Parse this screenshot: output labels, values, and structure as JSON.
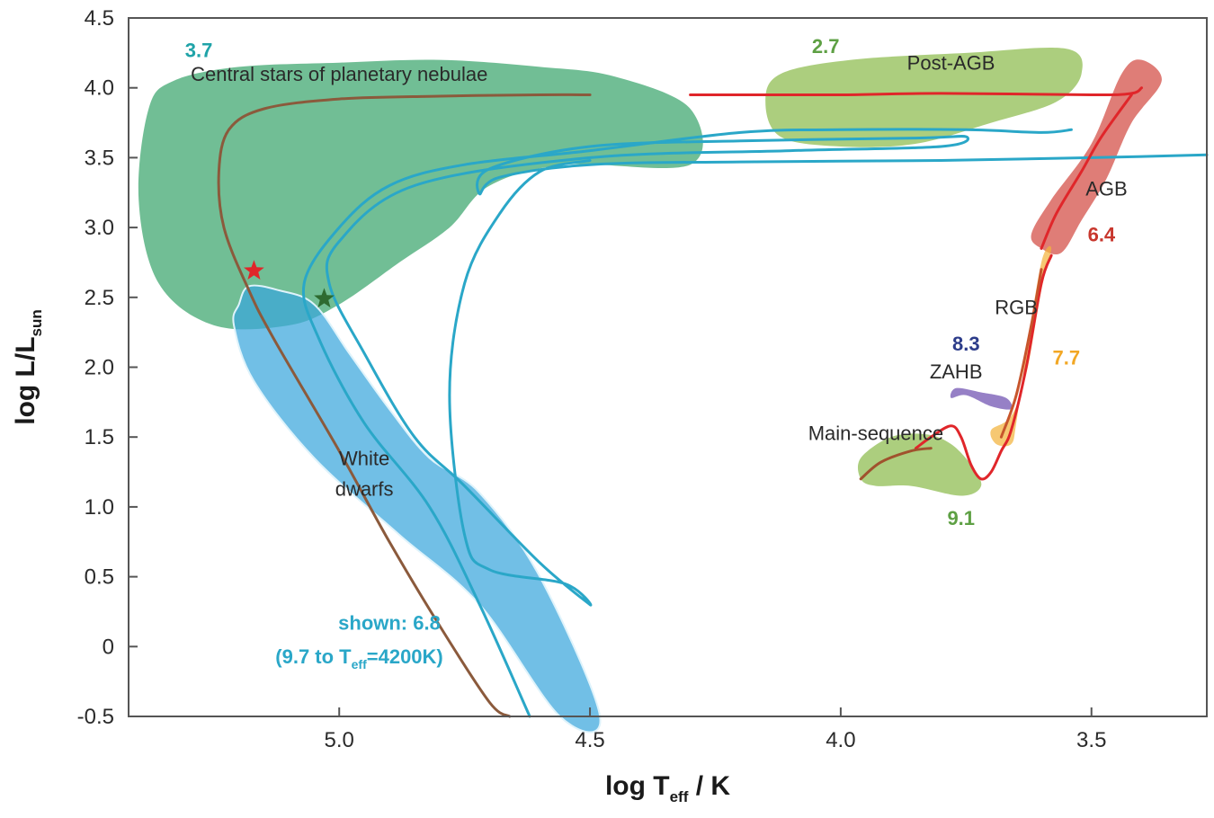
{
  "chart_data": {
    "type": "line",
    "xlabel": "log T",
    "xlabel_sub": "eff",
    "xlabel_suffix": " / K",
    "ylabel": "log L/L",
    "ylabel_sub": "sun",
    "xlim": [
      5.42,
      3.27
    ],
    "ylim": [
      -0.5,
      4.5
    ],
    "x_reversed": true,
    "grid": false,
    "xticks": [
      {
        "value": 5.0,
        "label": "5.0"
      },
      {
        "value": 4.5,
        "label": "4.5"
      },
      {
        "value": 4.0,
        "label": "4.0"
      },
      {
        "value": 3.5,
        "label": "3.5"
      }
    ],
    "yticks": [
      {
        "value": 4.5,
        "label": "4.5"
      },
      {
        "value": 4.0,
        "label": "4.0"
      },
      {
        "value": 3.5,
        "label": "3.5"
      },
      {
        "value": 3.0,
        "label": "3.0"
      },
      {
        "value": 2.5,
        "label": "2.5"
      },
      {
        "value": 2.0,
        "label": "2.0"
      },
      {
        "value": 1.5,
        "label": "1.5"
      },
      {
        "value": 1.0,
        "label": "1.0"
      },
      {
        "value": 0.5,
        "label": "0.5"
      },
      {
        "value": 0,
        "label": "0"
      },
      {
        "value": -0.5,
        "label": "-0.5"
      }
    ],
    "regions": [
      {
        "name": "Central stars of planetary nebulae",
        "color": "#3aa56c",
        "points": [
          [
            5.38,
            3.85
          ],
          [
            5.33,
            4.05
          ],
          [
            5.2,
            4.15
          ],
          [
            5.0,
            4.18
          ],
          [
            4.8,
            4.2
          ],
          [
            4.6,
            4.15
          ],
          [
            4.45,
            4.08
          ],
          [
            4.3,
            3.85
          ],
          [
            4.3,
            3.45
          ],
          [
            4.55,
            3.45
          ],
          [
            4.7,
            3.3
          ],
          [
            4.78,
            3.0
          ],
          [
            4.88,
            2.75
          ],
          [
            5.0,
            2.45
          ],
          [
            5.1,
            2.3
          ],
          [
            5.25,
            2.3
          ],
          [
            5.36,
            2.6
          ],
          [
            5.4,
            3.2
          ]
        ]
      },
      {
        "name": "White dwarfs",
        "color": "#3aa6dc",
        "points": [
          [
            5.2,
            2.45
          ],
          [
            5.18,
            2.58
          ],
          [
            5.12,
            2.55
          ],
          [
            5.05,
            2.45
          ],
          [
            4.98,
            2.1
          ],
          [
            4.9,
            1.7
          ],
          [
            4.82,
            1.35
          ],
          [
            4.72,
            1.1
          ],
          [
            4.6,
            0.5
          ],
          [
            4.48,
            -0.5
          ],
          [
            4.56,
            -0.5
          ],
          [
            4.72,
            0.3
          ],
          [
            4.88,
            0.8
          ],
          [
            5.05,
            1.35
          ],
          [
            5.17,
            1.9
          ],
          [
            5.21,
            2.3
          ]
        ]
      },
      {
        "name": "Post-AGB",
        "color": "#8cbb4c",
        "points": [
          [
            4.15,
            3.9
          ],
          [
            4.12,
            4.1
          ],
          [
            3.98,
            4.2
          ],
          [
            3.75,
            4.25
          ],
          [
            3.55,
            4.28
          ],
          [
            3.52,
            4.1
          ],
          [
            3.57,
            3.9
          ],
          [
            3.7,
            3.75
          ],
          [
            3.85,
            3.6
          ],
          [
            4.0,
            3.58
          ],
          [
            4.12,
            3.65
          ]
        ]
      },
      {
        "name": "AGB",
        "color": "#d24b42",
        "points": [
          [
            3.6,
            2.85
          ],
          [
            3.56,
            2.82
          ],
          [
            3.52,
            3.05
          ],
          [
            3.47,
            3.35
          ],
          [
            3.42,
            3.75
          ],
          [
            3.36,
            4.05
          ],
          [
            3.4,
            4.2
          ],
          [
            3.44,
            4.1
          ],
          [
            3.5,
            3.6
          ],
          [
            3.58,
            3.2
          ],
          [
            3.62,
            2.95
          ]
        ]
      },
      {
        "name": "RGB",
        "color": "#f2b33c",
        "points": [
          [
            3.69,
            1.45
          ],
          [
            3.66,
            1.45
          ],
          [
            3.65,
            1.6
          ],
          [
            3.63,
            2.1
          ],
          [
            3.6,
            2.75
          ],
          [
            3.58,
            2.85
          ],
          [
            3.6,
            2.55
          ],
          [
            3.63,
            1.95
          ],
          [
            3.66,
            1.65
          ],
          [
            3.7,
            1.55
          ]
        ]
      },
      {
        "name": "ZAHB",
        "color": "#6e4fb0",
        "points": [
          [
            3.78,
            1.78
          ],
          [
            3.75,
            1.8
          ],
          [
            3.7,
            1.72
          ],
          [
            3.66,
            1.7
          ],
          [
            3.67,
            1.78
          ],
          [
            3.72,
            1.82
          ],
          [
            3.77,
            1.85
          ]
        ]
      },
      {
        "name": "Main-sequence",
        "color": "#8cbb4c",
        "points": [
          [
            3.96,
            1.2
          ],
          [
            3.96,
            1.35
          ],
          [
            3.9,
            1.5
          ],
          [
            3.83,
            1.52
          ],
          [
            3.78,
            1.45
          ],
          [
            3.74,
            1.3
          ],
          [
            3.72,
            1.15
          ],
          [
            3.76,
            1.08
          ],
          [
            3.86,
            1.15
          ],
          [
            3.93,
            1.15
          ]
        ]
      }
    ],
    "series": [
      {
        "color": "#8b5a3c",
        "points": [
          [
            4.5,
            3.95
          ],
          [
            4.6,
            3.95
          ],
          [
            4.8,
            3.94
          ],
          [
            5.0,
            3.92
          ],
          [
            5.15,
            3.85
          ],
          [
            5.22,
            3.7
          ],
          [
            5.24,
            3.4
          ],
          [
            5.23,
            3.0
          ],
          [
            5.18,
            2.55
          ],
          [
            5.13,
            2.2
          ],
          [
            5.0,
            1.4
          ],
          [
            4.9,
            0.75
          ],
          [
            4.8,
            0.15
          ],
          [
            4.7,
            -0.4
          ],
          [
            4.66,
            -0.5
          ]
        ]
      },
      {
        "color": "#2aa7c8",
        "points": [
          [
            3.54,
            3.7
          ],
          [
            3.6,
            3.68
          ],
          [
            3.75,
            3.7
          ],
          [
            4.0,
            3.7
          ],
          [
            4.2,
            3.68
          ],
          [
            4.5,
            3.55
          ],
          [
            4.75,
            3.45
          ],
          [
            4.9,
            3.3
          ],
          [
            5.0,
            3.0
          ],
          [
            5.07,
            2.6
          ],
          [
            5.04,
            2.2
          ],
          [
            4.95,
            1.6
          ],
          [
            4.82,
            1.0
          ],
          [
            4.72,
            0.3
          ],
          [
            4.62,
            -0.5
          ]
        ]
      },
      {
        "color": "#2aa7c8",
        "points": [
          [
            3.27,
            3.52
          ],
          [
            3.5,
            3.5
          ],
          [
            3.8,
            3.48
          ],
          [
            4.2,
            3.47
          ],
          [
            4.5,
            3.45
          ],
          [
            4.68,
            3.36
          ],
          [
            4.72,
            3.24
          ],
          [
            4.7,
            3.42
          ],
          [
            4.5,
            3.58
          ],
          [
            4.2,
            3.62
          ],
          [
            3.85,
            3.64
          ],
          [
            3.75,
            3.65
          ],
          [
            3.8,
            3.58
          ],
          [
            4.1,
            3.55
          ],
          [
            4.5,
            3.5
          ],
          [
            4.85,
            3.3
          ],
          [
            5.0,
            2.9
          ],
          [
            5.02,
            2.6
          ],
          [
            4.95,
            2.1
          ],
          [
            4.85,
            1.5
          ],
          [
            4.75,
            1.15
          ],
          [
            4.6,
            0.6
          ],
          [
            4.5,
            0.3
          ],
          [
            4.55,
            0.45
          ],
          [
            4.7,
            0.55
          ],
          [
            4.75,
            0.8
          ],
          [
            4.78,
            1.8
          ],
          [
            4.75,
            2.6
          ],
          [
            4.68,
            3.1
          ],
          [
            4.6,
            3.4
          ],
          [
            4.5,
            3.48
          ]
        ]
      },
      {
        "color": "#e0262a",
        "points": [
          [
            4.3,
            3.95
          ],
          [
            4.16,
            3.95
          ],
          [
            4.0,
            3.95
          ],
          [
            3.8,
            3.96
          ],
          [
            3.5,
            3.95
          ],
          [
            3.42,
            3.96
          ],
          [
            3.4,
            4.0
          ]
        ]
      },
      {
        "color": "#e0262a",
        "points": [
          [
            3.58,
            2.8
          ],
          [
            3.6,
            2.6
          ],
          [
            3.63,
            2.0
          ],
          [
            3.66,
            1.55
          ],
          [
            3.68,
            1.4
          ],
          [
            3.7,
            1.25
          ],
          [
            3.72,
            1.2
          ],
          [
            3.74,
            1.3
          ],
          [
            3.76,
            1.5
          ],
          [
            3.78,
            1.58
          ],
          [
            3.82,
            1.5
          ],
          [
            3.85,
            1.42
          ]
        ]
      },
      {
        "color": "#e0262a",
        "points": [
          [
            3.6,
            2.85
          ],
          [
            3.57,
            3.1
          ],
          [
            3.52,
            3.4
          ],
          [
            3.48,
            3.65
          ],
          [
            3.42,
            3.95
          ]
        ]
      },
      {
        "color": "#a0522d",
        "points": [
          [
            3.96,
            1.2
          ],
          [
            3.92,
            1.32
          ],
          [
            3.86,
            1.4
          ],
          [
            3.82,
            1.42
          ]
        ]
      },
      {
        "color": "#c7552c",
        "points": [
          [
            3.68,
            1.5
          ],
          [
            3.65,
            1.8
          ],
          [
            3.62,
            2.3
          ],
          [
            3.6,
            2.7
          ]
        ]
      }
    ],
    "markers": [
      {
        "x": 5.17,
        "y": 2.69,
        "color": "#e0262a"
      },
      {
        "x": 5.03,
        "y": 2.49,
        "color": "#2e6b30"
      }
    ],
    "annotations": [
      {
        "text": "Central stars of planetary nebulae",
        "x": 5.0,
        "y": 4.05,
        "kind": "region"
      },
      {
        "text": "Post-AGB",
        "x": 3.78,
        "y": 4.13,
        "kind": "region"
      },
      {
        "text": "AGB",
        "x": 3.47,
        "y": 3.23,
        "kind": "region"
      },
      {
        "text": "RGB",
        "x": 3.65,
        "y": 2.38,
        "kind": "region"
      },
      {
        "text": "ZAHB",
        "x": 3.77,
        "y": 1.92,
        "kind": "region"
      },
      {
        "text": "Main-sequence",
        "x": 3.93,
        "y": 1.48,
        "kind": "region"
      },
      {
        "text": "White",
        "x": 4.95,
        "y": 1.3,
        "kind": "region"
      },
      {
        "text": "dwarfs",
        "x": 4.95,
        "y": 1.08,
        "kind": "region"
      },
      {
        "text": "3.7",
        "x": 5.28,
        "y": 4.22,
        "kind": "age",
        "color": "#1fa3a8"
      },
      {
        "text": "2.7",
        "x": 4.03,
        "y": 4.25,
        "kind": "age",
        "color": "#5ea044"
      },
      {
        "text": "6.4",
        "x": 3.48,
        "y": 2.9,
        "kind": "age",
        "color": "#c8372d"
      },
      {
        "text": "7.7",
        "x": 3.55,
        "y": 2.02,
        "kind": "age",
        "color": "#f2a724"
      },
      {
        "text": "8.3",
        "x": 3.75,
        "y": 2.12,
        "kind": "age",
        "color": "#2c3c8a"
      },
      {
        "text": "9.1",
        "x": 3.76,
        "y": 0.87,
        "kind": "age",
        "color": "#5ea044"
      },
      {
        "text": "shown: 6.8",
        "x": 4.9,
        "y": 0.12,
        "kind": "age",
        "color": "#2aa7c8"
      }
    ],
    "note": {
      "prefix": "(9.7 to T",
      "sub": "eff",
      "suffix": "=4200K)",
      "x": 4.96,
      "y": -0.12,
      "color": "#2aa7c8"
    }
  }
}
